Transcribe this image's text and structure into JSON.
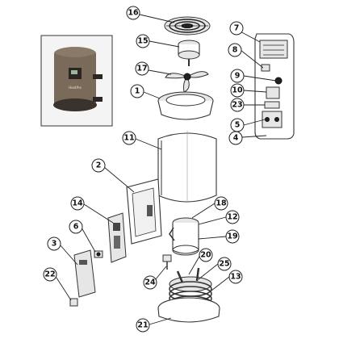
{
  "callouts": [
    {
      "id": "c1",
      "label": "1"
    },
    {
      "id": "c2",
      "label": "2"
    },
    {
      "id": "c3",
      "label": "3"
    },
    {
      "id": "c4",
      "label": "4"
    },
    {
      "id": "c5",
      "label": "5"
    },
    {
      "id": "c6",
      "label": "6"
    },
    {
      "id": "c7",
      "label": "7"
    },
    {
      "id": "c8",
      "label": "8"
    },
    {
      "id": "c9",
      "label": "9"
    },
    {
      "id": "c10",
      "label": "10"
    },
    {
      "id": "c11",
      "label": "11"
    },
    {
      "id": "c12",
      "label": "12"
    },
    {
      "id": "c13",
      "label": "13"
    },
    {
      "id": "c14",
      "label": "14"
    },
    {
      "id": "c15",
      "label": "15"
    },
    {
      "id": "c16",
      "label": "16"
    },
    {
      "id": "c17",
      "label": "17"
    },
    {
      "id": "c18",
      "label": "18"
    },
    {
      "id": "c19",
      "label": "19"
    },
    {
      "id": "c20",
      "label": "20"
    },
    {
      "id": "c21",
      "label": "21"
    },
    {
      "id": "c22",
      "label": "22"
    },
    {
      "id": "c23",
      "label": "23"
    },
    {
      "id": "c24",
      "label": "24"
    },
    {
      "id": "c25",
      "label": "25"
    }
  ],
  "inset": {
    "brand_text": "HeatPro"
  },
  "colors": {
    "unit_body": "#7a6a5a",
    "unit_dark": "#3a332d",
    "line": "#222222"
  }
}
